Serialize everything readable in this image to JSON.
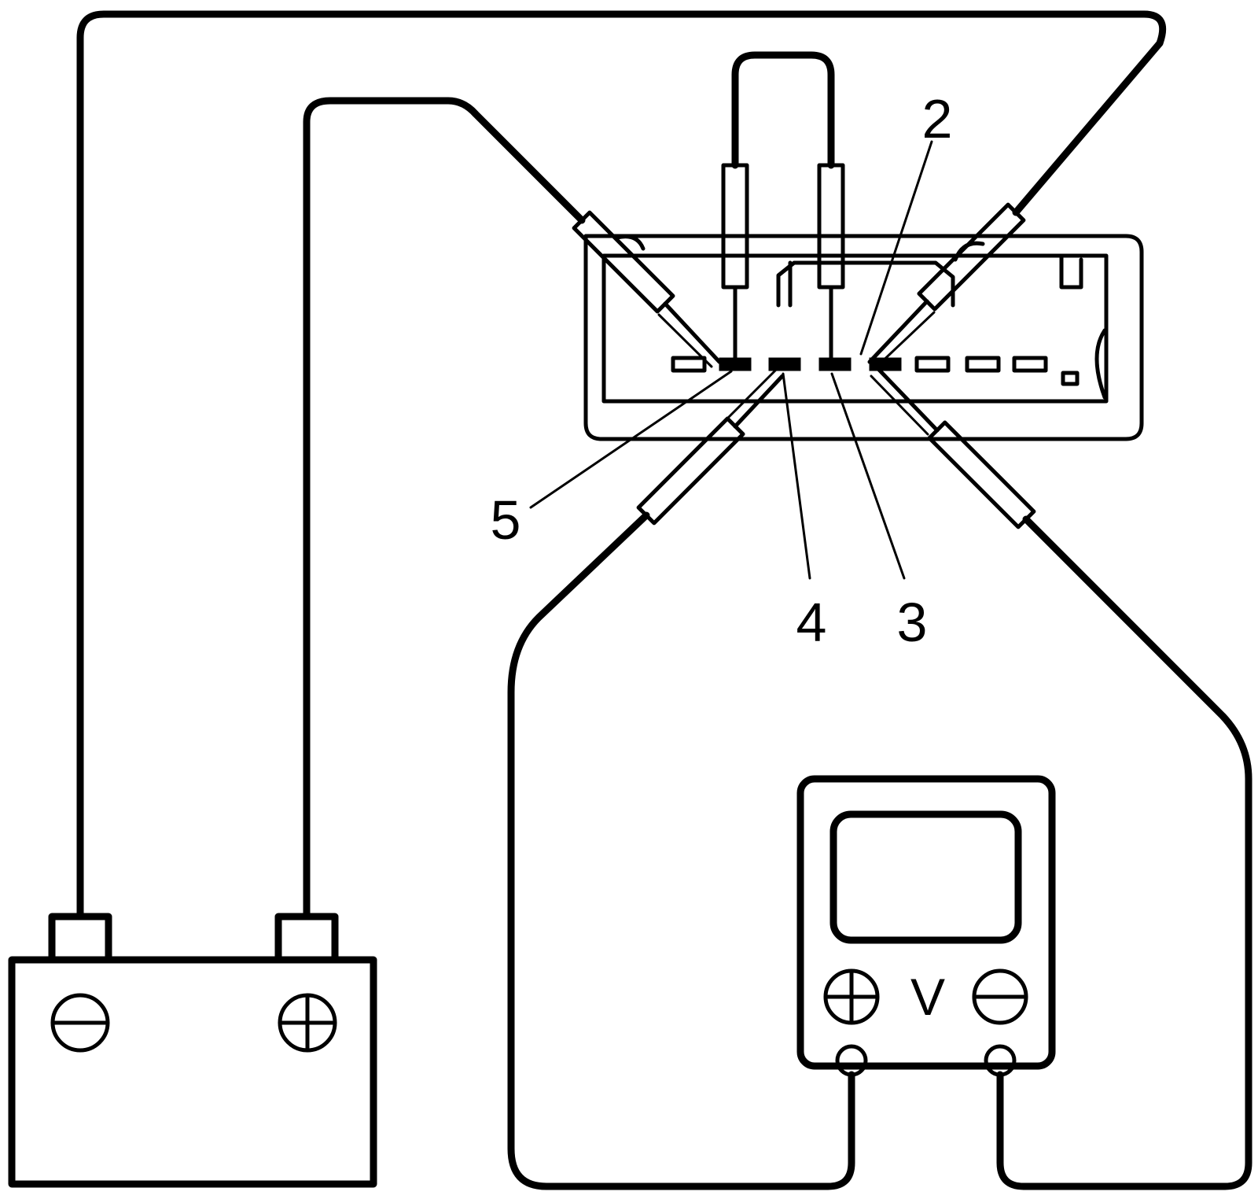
{
  "callouts": [
    {
      "id": "2",
      "text": "2"
    },
    {
      "id": "3",
      "text": "3"
    },
    {
      "id": "4",
      "text": "4"
    },
    {
      "id": "5",
      "text": "5"
    }
  ],
  "meter": {
    "unit_label": "V",
    "positive_terminal": "plus-symbol",
    "negative_terminal": "minus-symbol"
  },
  "battery": {
    "left_terminal": "minus-symbol",
    "right_terminal": "plus-symbol"
  },
  "colors": {
    "line": "#000000",
    "background": "#ffffff"
  }
}
